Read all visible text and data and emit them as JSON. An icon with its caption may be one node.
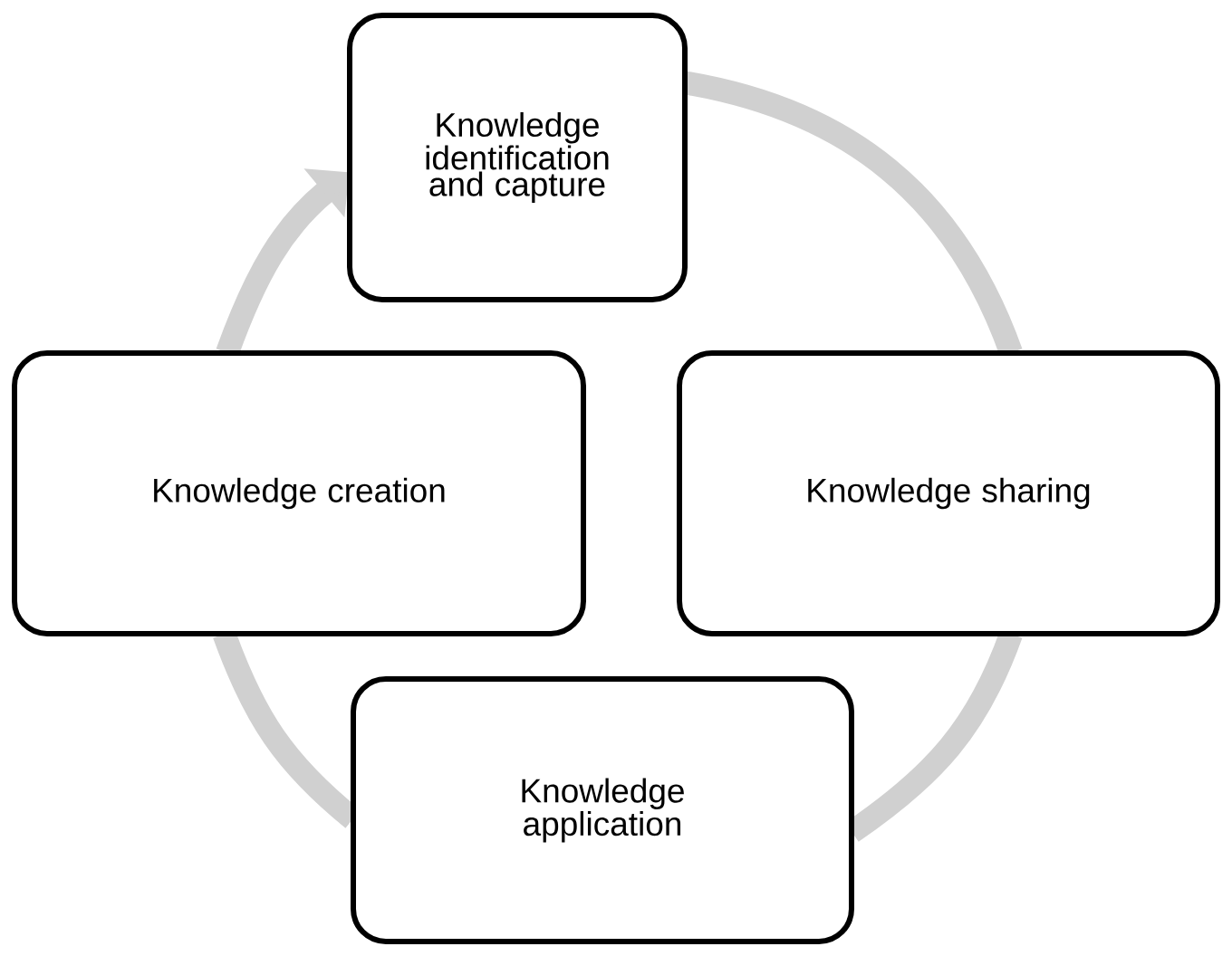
{
  "diagram": {
    "nodes": [
      {
        "text": [
          "Knowledge identification and capture"
        ]
      },
      {
        "text": [
          "Knowledge sharing"
        ]
      },
      {
        "text": [
          "Knowledge application"
        ]
      },
      {
        "text": [
          "Knowledge creation"
        ]
      }
    ],
    "edges": [
      {
        "from": 0,
        "to": 1,
        "arrow": "none"
      },
      {
        "from": 1,
        "to": 2,
        "arrow": "none"
      },
      {
        "from": 2,
        "to": 3,
        "arrow": "none"
      },
      {
        "from": 3,
        "to": 0,
        "arrow": "to"
      }
    ]
  }
}
